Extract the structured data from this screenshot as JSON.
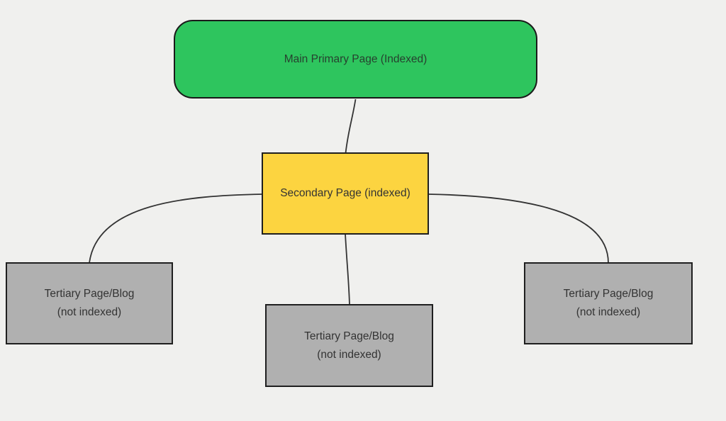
{
  "canvas": {
    "background_color": "#f0f0ee"
  },
  "diagram": {
    "type": "flowchart",
    "direction": "top-down",
    "edge_color": "#333333",
    "nodes": {
      "main": {
        "label": "Main Primary Page (Indexed)",
        "shape": "rounded-rect",
        "fill": "#2ec55e",
        "border": "#1a1a1a",
        "text_color": "#27402f"
      },
      "secondary": {
        "label": "Secondary Page (indexed)",
        "shape": "rect",
        "fill": "#fcd440",
        "border": "#1f1f1f",
        "text_color": "#333333"
      },
      "tertiary_left": {
        "label_line1": "Tertiary Page/Blog",
        "label_line2": "(not indexed)",
        "shape": "rect",
        "fill": "#b0b0b0",
        "border": "#1f1f1f",
        "text_color": "#333333"
      },
      "tertiary_middle": {
        "label_line1": "Tertiary Page/Blog",
        "label_line2": "(not indexed)",
        "shape": "rect",
        "fill": "#b0b0b0",
        "border": "#1f1f1f",
        "text_color": "#333333"
      },
      "tertiary_right": {
        "label_line1": "Tertiary Page/Blog",
        "label_line2": "(not indexed)",
        "shape": "rect",
        "fill": "#b0b0b0",
        "border": "#1f1f1f",
        "text_color": "#333333"
      }
    },
    "edges": [
      {
        "from": "main",
        "to": "secondary",
        "style": "curved",
        "arrowhead": "none"
      },
      {
        "from": "secondary",
        "to": "tertiary_left",
        "style": "curved",
        "arrowhead": "none"
      },
      {
        "from": "secondary",
        "to": "tertiary_middle",
        "style": "curved",
        "arrowhead": "none"
      },
      {
        "from": "secondary",
        "to": "tertiary_right",
        "style": "curved",
        "arrowhead": "none"
      }
    ]
  }
}
